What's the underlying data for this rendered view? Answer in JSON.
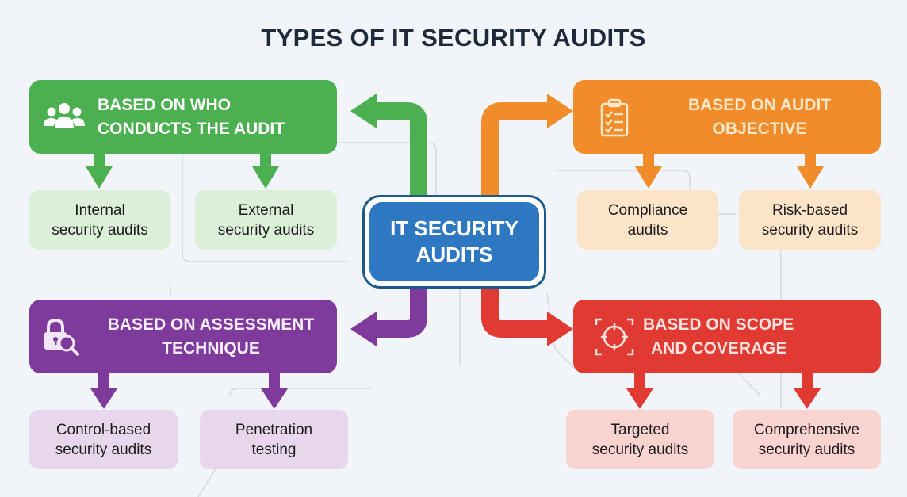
{
  "title": "TYPES OF IT SECURITY AUDITS",
  "center": {
    "line1": "IT SECURITY",
    "line2": "AUDITS",
    "color": "#2d78c0"
  },
  "categories": {
    "who": {
      "line1": "BASED ON WHO",
      "line2": "CONDUCTS THE AUDIT",
      "icon": "people-group-icon",
      "color": "#4caf50",
      "leaf_color": "#dcefd9",
      "leaves": [
        {
          "line1": "Internal",
          "line2": "security audits"
        },
        {
          "line1": "External",
          "line2": "security audits"
        }
      ]
    },
    "objective": {
      "line1": "BASED ON AUDIT",
      "line2": "OBJECTIVE",
      "icon": "clipboard-checklist-icon",
      "color": "#f08c2a",
      "leaf_color": "#fbe4c8",
      "leaves": [
        {
          "line1": "Compliance",
          "line2": "audits"
        },
        {
          "line1": "Risk-based",
          "line2": "security audits"
        }
      ]
    },
    "technique": {
      "line1": "BASED ON ASSESSMENT",
      "line2": "TECHNIQUE",
      "icon": "lock-magnifier-icon",
      "color": "#7e3b9c",
      "leaf_color": "#e8d6ec",
      "leaves": [
        {
          "line1": "Control-based",
          "line2": "security audits"
        },
        {
          "line1": "Penetration",
          "line2": "testing"
        }
      ]
    },
    "scope": {
      "line1": "BASED ON SCOPE",
      "line2": "AND COVERAGE",
      "icon": "target-crosshair-icon",
      "color": "#e03a33",
      "leaf_color": "#f8d3d0",
      "leaves": [
        {
          "line1": "Targeted",
          "line2": "security audits"
        },
        {
          "line1": "Comprehensive",
          "line2": "security audits"
        }
      ]
    }
  }
}
